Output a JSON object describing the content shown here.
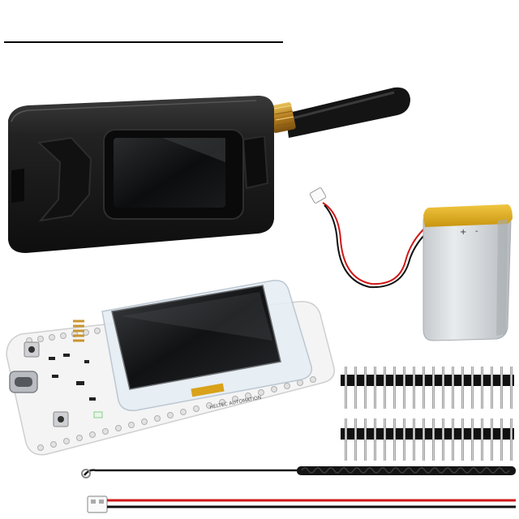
{
  "scene": {
    "background": "#ffffff",
    "items": [
      {
        "name": "enclosure-with-antenna"
      },
      {
        "name": "lipo-battery"
      },
      {
        "name": "dev-board"
      },
      {
        "name": "pin-header-strips"
      },
      {
        "name": "ipex-antenna-cable"
      },
      {
        "name": "battery-power-cable"
      }
    ]
  },
  "battery": {
    "plus_mark": "+",
    "minus_mark": "-"
  },
  "board": {
    "silkscreen": "HELTEC AUTOMATION"
  },
  "colors": {
    "enclosure": "#1c1c1c",
    "antenna": "#151515",
    "brass": "#c9962f",
    "battery_top": "#e3b21a",
    "battery_body": "#d6d9dc",
    "pcb": "#f4f4f4",
    "usb_c": "#b9bcc0",
    "wire_red": "#d01818",
    "wire_black": "#111111"
  }
}
